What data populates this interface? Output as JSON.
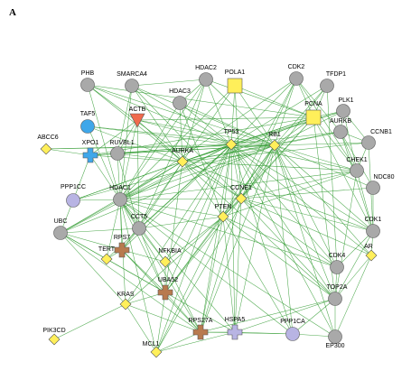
{
  "panel_label": "A",
  "colors": {
    "edge": "#2e9a2e",
    "gray": "#a9a9a9",
    "yellow": "#ffef5a",
    "blue": "#3fa7ea",
    "red": "#f06a4d",
    "lavender": "#b8b4e3",
    "brown": "#b87a4e",
    "outline": "#555555"
  },
  "nodes": [
    {
      "id": "PHB",
      "label": "PHB",
      "shape": "circle",
      "color": "gray"
    },
    {
      "id": "SMARCA4",
      "label": "SMARCA4",
      "shape": "circle",
      "color": "gray"
    },
    {
      "id": "HDAC2",
      "label": "HDAC2",
      "shape": "circle",
      "color": "gray"
    },
    {
      "id": "POLA1",
      "label": "POLA1",
      "shape": "square",
      "color": "yellow"
    },
    {
      "id": "CDK2",
      "label": "CDK2",
      "shape": "circle",
      "color": "gray"
    },
    {
      "id": "TFDP1",
      "label": "TFDP1",
      "shape": "circle",
      "color": "gray"
    },
    {
      "id": "HDAC3",
      "label": "HDAC3",
      "shape": "circle",
      "color": "gray"
    },
    {
      "id": "ACTB",
      "label": "ACTB",
      "shape": "triangle",
      "color": "red"
    },
    {
      "id": "TAF5",
      "label": "TAF5",
      "shape": "circle",
      "color": "blue"
    },
    {
      "id": "PLK1",
      "label": "PLK1",
      "shape": "circle",
      "color": "gray"
    },
    {
      "id": "PCNA",
      "label": "PCNA",
      "shape": "square",
      "color": "yellow"
    },
    {
      "id": "AURKB",
      "label": "AURKB",
      "shape": "circle",
      "color": "gray"
    },
    {
      "id": "ABCC6",
      "label": "ABCC6",
      "shape": "diamond",
      "color": "yellow"
    },
    {
      "id": "RUVBL1",
      "label": "RUVBL1",
      "shape": "circle",
      "color": "gray"
    },
    {
      "id": "TP53",
      "label": "TP53",
      "shape": "diamond",
      "color": "yellow"
    },
    {
      "id": "RB1",
      "label": "RB1",
      "shape": "diamond",
      "color": "yellow"
    },
    {
      "id": "CCNB1",
      "label": "CCNB1",
      "shape": "circle",
      "color": "gray"
    },
    {
      "id": "XPO1",
      "label": "XPO1",
      "shape": "cross",
      "color": "blue"
    },
    {
      "id": "AURKA",
      "label": "AURKA",
      "shape": "diamond",
      "color": "yellow"
    },
    {
      "id": "CHEK1",
      "label": "CHEK1",
      "shape": "circle",
      "color": "gray"
    },
    {
      "id": "NDC80",
      "label": "NDC80",
      "shape": "circle",
      "color": "gray"
    },
    {
      "id": "PPP1CC",
      "label": "PPP1CC",
      "shape": "circle",
      "color": "lavender"
    },
    {
      "id": "HDAC1",
      "label": "HDAC1",
      "shape": "circle",
      "color": "gray"
    },
    {
      "id": "CCNE1",
      "label": "CCNE1",
      "shape": "diamond",
      "color": "yellow"
    },
    {
      "id": "PTEN",
      "label": "PTEN",
      "shape": "diamond",
      "color": "yellow"
    },
    {
      "id": "CCT5",
      "label": "CCT5",
      "shape": "circle",
      "color": "gray"
    },
    {
      "id": "UBC",
      "label": "UBC",
      "shape": "circle",
      "color": "gray"
    },
    {
      "id": "CDK1",
      "label": "CDK1",
      "shape": "circle",
      "color": "gray"
    },
    {
      "id": "RPS7",
      "label": "RPS7",
      "shape": "cross",
      "color": "brown"
    },
    {
      "id": "TERT",
      "label": "TERT",
      "shape": "diamond",
      "color": "yellow"
    },
    {
      "id": "NFKBIA",
      "label": "NFKBIA",
      "shape": "diamond",
      "color": "yellow"
    },
    {
      "id": "CDK4",
      "label": "CDK4",
      "shape": "circle",
      "color": "gray"
    },
    {
      "id": "AR",
      "label": "AR",
      "shape": "diamond",
      "color": "yellow"
    },
    {
      "id": "UBA52",
      "label": "UBA52",
      "shape": "cross",
      "color": "brown"
    },
    {
      "id": "TOP2A",
      "label": "TOP2A",
      "shape": "circle",
      "color": "gray"
    },
    {
      "id": "KRAS",
      "label": "KRAS",
      "shape": "diamond",
      "color": "yellow"
    },
    {
      "id": "RPS27A",
      "label": "RPS27A",
      "shape": "cross",
      "color": "brown"
    },
    {
      "id": "HSPA5",
      "label": "HSPA5",
      "shape": "cross",
      "color": "lavender"
    },
    {
      "id": "PPP1CA",
      "label": "PPP1CA",
      "shape": "circle",
      "color": "lavender"
    },
    {
      "id": "EP300",
      "label": "EP300",
      "shape": "circle",
      "color": "gray"
    },
    {
      "id": "PIK3CD",
      "label": "PIK3CD",
      "shape": "diamond",
      "color": "yellow"
    },
    {
      "id": "MCL1",
      "label": "MCL1",
      "shape": "diamond",
      "color": "yellow"
    }
  ],
  "edges": [
    [
      "PHB",
      "TP53"
    ],
    [
      "PHB",
      "RB1"
    ],
    [
      "PHB",
      "HDAC1"
    ],
    [
      "PHB",
      "AURKA"
    ],
    [
      "PHB",
      "CCNE1"
    ],
    [
      "PHB",
      "PCNA"
    ],
    [
      "SMARCA4",
      "TP53"
    ],
    [
      "SMARCA4",
      "RB1"
    ],
    [
      "SMARCA4",
      "HDAC1"
    ],
    [
      "SMARCA4",
      "RUVBL1"
    ],
    [
      "SMARCA4",
      "AURKA"
    ],
    [
      "SMARCA4",
      "CCNE1"
    ],
    [
      "SMARCA4",
      "HDAC2"
    ],
    [
      "HDAC2",
      "TP53"
    ],
    [
      "HDAC2",
      "RB1"
    ],
    [
      "HDAC2",
      "HDAC1"
    ],
    [
      "HDAC2",
      "PCNA"
    ],
    [
      "HDAC2",
      "AURKA"
    ],
    [
      "HDAC2",
      "HDAC3"
    ],
    [
      "HDAC2",
      "CCT5"
    ],
    [
      "POLA1",
      "TP53"
    ],
    [
      "POLA1",
      "RB1"
    ],
    [
      "POLA1",
      "PCNA"
    ],
    [
      "POLA1",
      "CCNE1"
    ],
    [
      "POLA1",
      "HDAC1"
    ],
    [
      "POLA1",
      "AURKA"
    ],
    [
      "CDK2",
      "TP53"
    ],
    [
      "CDK2",
      "RB1"
    ],
    [
      "CDK2",
      "PCNA"
    ],
    [
      "CDK2",
      "CCNE1"
    ],
    [
      "CDK2",
      "AURKB"
    ],
    [
      "CDK2",
      "CHEK1"
    ],
    [
      "CDK2",
      "PTEN"
    ],
    [
      "CDK2",
      "HDAC1"
    ],
    [
      "TFDP1",
      "RB1"
    ],
    [
      "TFDP1",
      "TP53"
    ],
    [
      "TFDP1",
      "PCNA"
    ],
    [
      "TFDP1",
      "CCNE1"
    ],
    [
      "TFDP1",
      "CDK4"
    ],
    [
      "HDAC3",
      "TP53"
    ],
    [
      "HDAC3",
      "RB1"
    ],
    [
      "HDAC3",
      "HDAC1"
    ],
    [
      "HDAC3",
      "AURKA"
    ],
    [
      "HDAC3",
      "PTEN"
    ],
    [
      "ACTB",
      "TP53"
    ],
    [
      "ACTB",
      "RB1"
    ],
    [
      "ACTB",
      "HDAC1"
    ],
    [
      "ACTB",
      "AURKA"
    ],
    [
      "ACTB",
      "RUVBL1"
    ],
    [
      "ACTB",
      "XPO1"
    ],
    [
      "ACTB",
      "CCT5"
    ],
    [
      "ACTB",
      "PCNA"
    ],
    [
      "TAF5",
      "TP53"
    ],
    [
      "TAF5",
      "RB1"
    ],
    [
      "TAF5",
      "AURKA"
    ],
    [
      "TAF5",
      "HDAC1"
    ],
    [
      "PLK1",
      "TP53"
    ],
    [
      "PLK1",
      "RB1"
    ],
    [
      "PLK1",
      "AURKA"
    ],
    [
      "PLK1",
      "PCNA"
    ],
    [
      "PLK1",
      "CCNB1"
    ],
    [
      "PLK1",
      "AURKB"
    ],
    [
      "PLK1",
      "CHEK1"
    ],
    [
      "PCNA",
      "TP53"
    ],
    [
      "PCNA",
      "RB1"
    ],
    [
      "PCNA",
      "AURKA"
    ],
    [
      "PCNA",
      "CCNE1"
    ],
    [
      "PCNA",
      "CHEK1"
    ],
    [
      "PCNA",
      "CDK1"
    ],
    [
      "PCNA",
      "TOP2A"
    ],
    [
      "PCNA",
      "PTEN"
    ],
    [
      "PCNA",
      "HDAC1"
    ],
    [
      "PCNA",
      "XPO1"
    ],
    [
      "AURKB",
      "TP53"
    ],
    [
      "AURKB",
      "RB1"
    ],
    [
      "AURKB",
      "AURKA"
    ],
    [
      "AURKB",
      "CCNB1"
    ],
    [
      "AURKB",
      "NDC80"
    ],
    [
      "AURKB",
      "CHEK1"
    ],
    [
      "AURKB",
      "CDK1"
    ],
    [
      "ABCC6",
      "TP53"
    ],
    [
      "ABCC6",
      "RB1"
    ],
    [
      "ABCC6",
      "XPO1"
    ],
    [
      "RUVBL1",
      "TP53"
    ],
    [
      "RUVBL1",
      "RB1"
    ],
    [
      "RUVBL1",
      "HDAC1"
    ],
    [
      "RUVBL1",
      "AURKA"
    ],
    [
      "RUVBL1",
      "CCT5"
    ],
    [
      "RUVBL1",
      "XPO1"
    ],
    [
      "TP53",
      "RB1"
    ],
    [
      "TP53",
      "AURKA"
    ],
    [
      "TP53",
      "HDAC1"
    ],
    [
      "TP53",
      "CCNE1"
    ],
    [
      "TP53",
      "PTEN"
    ],
    [
      "TP53",
      "CCT5"
    ],
    [
      "TP53",
      "CHEK1"
    ],
    [
      "TP53",
      "CDK1"
    ],
    [
      "TP53",
      "CDK4"
    ],
    [
      "TP53",
      "TOP2A"
    ],
    [
      "TP53",
      "EP300"
    ],
    [
      "TP53",
      "UBC"
    ],
    [
      "TP53",
      "PPP1CC"
    ],
    [
      "TP53",
      "XPO1"
    ],
    [
      "TP53",
      "MCL1"
    ],
    [
      "TP53",
      "KRAS"
    ],
    [
      "TP53",
      "HSPA5"
    ],
    [
      "TP53",
      "RPS27A"
    ],
    [
      "TP53",
      "UBA52"
    ],
    [
      "TP53",
      "NFKBIA"
    ],
    [
      "TP53",
      "TERT"
    ],
    [
      "TP53",
      "AR"
    ],
    [
      "TP53",
      "PPP1CA"
    ],
    [
      "TP53",
      "RPS7"
    ],
    [
      "RB1",
      "AURKA"
    ],
    [
      "RB1",
      "HDAC1"
    ],
    [
      "RB1",
      "CCNE1"
    ],
    [
      "RB1",
      "PTEN"
    ],
    [
      "RB1",
      "CHEK1"
    ],
    [
      "RB1",
      "CDK1"
    ],
    [
      "RB1",
      "CDK4"
    ],
    [
      "RB1",
      "TOP2A"
    ],
    [
      "RB1",
      "EP300"
    ],
    [
      "RB1",
      "UBC"
    ],
    [
      "RB1",
      "PPP1CC"
    ],
    [
      "RB1",
      "XPO1"
    ],
    [
      "RB1",
      "MCL1"
    ],
    [
      "RB1",
      "HSPA5"
    ],
    [
      "RB1",
      "RPS27A"
    ],
    [
      "RB1",
      "UBA52"
    ],
    [
      "RB1",
      "PPP1CA"
    ],
    [
      "RB1",
      "AR"
    ],
    [
      "RB1",
      "NDC80"
    ],
    [
      "RB1",
      "CCNB1"
    ],
    [
      "CCNB1",
      "AURKA"
    ],
    [
      "CCNB1",
      "CHEK1"
    ],
    [
      "CCNB1",
      "CDK1"
    ],
    [
      "XPO1",
      "AURKA"
    ],
    [
      "XPO1",
      "HDAC1"
    ],
    [
      "XPO1",
      "PPP1CC"
    ],
    [
      "AURKA",
      "HDAC1"
    ],
    [
      "AURKA",
      "CCNE1"
    ],
    [
      "AURKA",
      "PTEN"
    ],
    [
      "AURKA",
      "CCT5"
    ],
    [
      "AURKA",
      "CHEK1"
    ],
    [
      "AURKA",
      "CDK1"
    ],
    [
      "AURKA",
      "UBC"
    ],
    [
      "AURKA",
      "TOP2A"
    ],
    [
      "AURKA",
      "PPP1CC"
    ],
    [
      "AURKA",
      "RPS7"
    ],
    [
      "AURKA",
      "UBA52"
    ],
    [
      "CHEK1",
      "CCNE1"
    ],
    [
      "CHEK1",
      "CDK1"
    ],
    [
      "CHEK1",
      "TOP2A"
    ],
    [
      "CHEK1",
      "HDAC1"
    ],
    [
      "CHEK1",
      "PTEN"
    ],
    [
      "NDC80",
      "CDK1"
    ],
    [
      "NDC80",
      "CCNE1"
    ],
    [
      "PPP1CC",
      "HDAC1"
    ],
    [
      "PPP1CC",
      "UBC"
    ],
    [
      "HDAC1",
      "CCNE1"
    ],
    [
      "HDAC1",
      "PTEN"
    ],
    [
      "HDAC1",
      "CCT5"
    ],
    [
      "HDAC1",
      "UBC"
    ],
    [
      "HDAC1",
      "TERT"
    ],
    [
      "HDAC1",
      "RPS7"
    ],
    [
      "HDAC1",
      "NFKBIA"
    ],
    [
      "HDAC1",
      "UBA52"
    ],
    [
      "HDAC1",
      "KRAS"
    ],
    [
      "HDAC1",
      "RPS27A"
    ],
    [
      "HDAC1",
      "HSPA5"
    ],
    [
      "HDAC1",
      "PPP1CA"
    ],
    [
      "HDAC1",
      "CDK4"
    ],
    [
      "HDAC1",
      "EP300"
    ],
    [
      "HDAC1",
      "MCL1"
    ],
    [
      "CCNE1",
      "PTEN"
    ],
    [
      "CCNE1",
      "CDK1"
    ],
    [
      "CCNE1",
      "CDK4"
    ],
    [
      "CCNE1",
      "TOP2A"
    ],
    [
      "CCNE1",
      "UBA52"
    ],
    [
      "CCNE1",
      "RPS27A"
    ],
    [
      "CCNE1",
      "AR"
    ],
    [
      "CCNE1",
      "HSPA5"
    ],
    [
      "PTEN",
      "CCT5"
    ],
    [
      "PTEN",
      "UBA52"
    ],
    [
      "PTEN",
      "RPS27A"
    ],
    [
      "PTEN",
      "HSPA5"
    ],
    [
      "PTEN",
      "NFKBIA"
    ],
    [
      "PTEN",
      "PPP1CA"
    ],
    [
      "PTEN",
      "TOP2A"
    ],
    [
      "PTEN",
      "MCL1"
    ],
    [
      "PTEN",
      "KRAS"
    ],
    [
      "PTEN",
      "CDK4"
    ],
    [
      "CCT5",
      "UBC"
    ],
    [
      "CCT5",
      "RPS7"
    ],
    [
      "CCT5",
      "NFKBIA"
    ],
    [
      "CCT5",
      "UBA52"
    ],
    [
      "UBC",
      "RPS7"
    ],
    [
      "UBC",
      "TERT"
    ],
    [
      "UBC",
      "UBA52"
    ],
    [
      "UBC",
      "RPS27A"
    ],
    [
      "UBC",
      "KRAS"
    ],
    [
      "CDK1",
      "TOP2A"
    ],
    [
      "CDK1",
      "CDK4"
    ],
    [
      "CDK1",
      "AR"
    ],
    [
      "RPS7",
      "TERT"
    ],
    [
      "RPS7",
      "UBA52"
    ],
    [
      "RPS7",
      "RPS27A"
    ],
    [
      "RPS7",
      "NFKBIA"
    ],
    [
      "TERT",
      "UBA52"
    ],
    [
      "NFKBIA",
      "UBA52"
    ],
    [
      "NFKBIA",
      "RPS27A"
    ],
    [
      "CDK4",
      "TOP2A"
    ],
    [
      "AR",
      "TOP2A"
    ],
    [
      "AR",
      "EP300"
    ],
    [
      "UBA52",
      "RPS27A"
    ],
    [
      "UBA52",
      "KRAS"
    ],
    [
      "UBA52",
      "MCL1"
    ],
    [
      "UBA52",
      "HSPA5"
    ],
    [
      "TOP2A",
      "EP300"
    ],
    [
      "TOP2A",
      "HSPA5"
    ],
    [
      "TOP2A",
      "RPS27A"
    ],
    [
      "TOP2A",
      "PPP1CA"
    ],
    [
      "KRAS",
      "RPS27A"
    ],
    [
      "KRAS",
      "MCL1"
    ],
    [
      "KRAS",
      "PIK3CD"
    ],
    [
      "RPS27A",
      "HSPA5"
    ],
    [
      "RPS27A",
      "MCL1"
    ],
    [
      "RPS27A",
      "PPP1CA"
    ],
    [
      "HSPA5",
      "PPP1CA"
    ],
    [
      "HSPA5",
      "MCL1"
    ],
    [
      "PPP1CA",
      "EP300"
    ]
  ]
}
